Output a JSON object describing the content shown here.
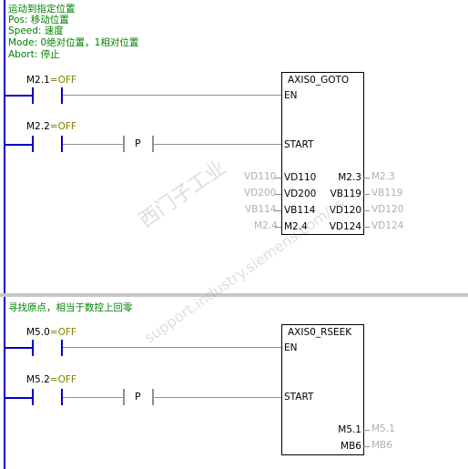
{
  "network1": {
    "comment_lines": [
      "运动到指定位置",
      "Pos: 移动位置",
      "Speed: 速度",
      "Mode: 0绝对位置，1相对位置",
      "Abort: 停止"
    ],
    "contact1": {
      "name": "M2.1",
      "state": "=OFF"
    },
    "contact2": {
      "name": "M2.2",
      "state": "=OFF"
    },
    "p_label": "P",
    "block": {
      "title": "AXIS0_GOTO",
      "en": "EN",
      "start": "START",
      "inputs": [
        {
          "pin": "VD110",
          "value": "VD110"
        },
        {
          "pin": "VD200",
          "value": "VD200"
        },
        {
          "pin": "VB114",
          "value": "VB114"
        },
        {
          "pin": "M2.4",
          "value": "M2.4"
        }
      ],
      "outputs": [
        {
          "pin": "M2.3",
          "value": "M2.3"
        },
        {
          "pin": "VB119",
          "value": "VB119"
        },
        {
          "pin": "VD120",
          "value": "VD120"
        },
        {
          "pin": "VD124",
          "value": "VD124"
        }
      ]
    }
  },
  "network2": {
    "comment_lines": [
      "寻找原点，相当于数控上回零"
    ],
    "contact1": {
      "name": "M5.0",
      "state": "=OFF"
    },
    "contact2": {
      "name": "M5.2",
      "state": "=OFF"
    },
    "p_label": "P",
    "block": {
      "title": "AXIS0_RSEEK",
      "en": "EN",
      "start": "START",
      "outputs": [
        {
          "pin": "M5.1",
          "value": "M5.1"
        },
        {
          "pin": "MB6",
          "value": "MB6"
        }
      ]
    }
  },
  "watermark": {
    "line1": "西门子工业",
    "line2": "support.industry.siemens.com/cs"
  },
  "colors": {
    "rail": "#0000c8",
    "comment": "#008000",
    "state": "#808000",
    "param": "#b0b0b0"
  }
}
